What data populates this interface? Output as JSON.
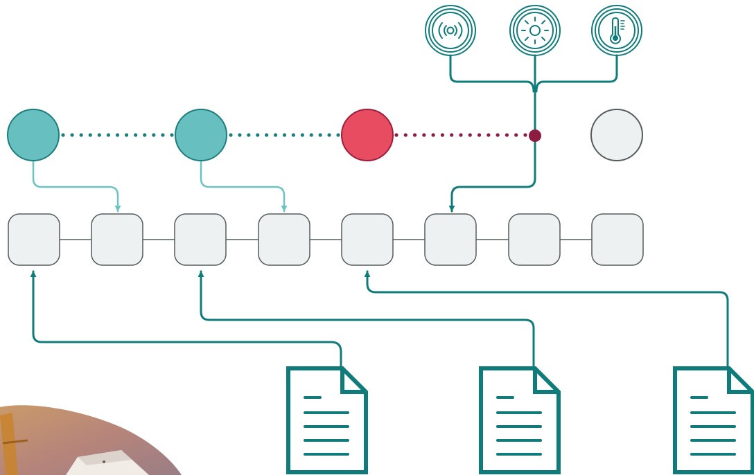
{
  "colors": {
    "teal_dark": "#0f7b7b",
    "teal_light": "#6bc3c2",
    "teal_node_fill": "#67bfbf",
    "teal_node_stroke": "#1c7e7a",
    "red_node_fill": "#e84c61",
    "red_node_stroke": "#9e1d3c",
    "crimson_line": "#8c1c40",
    "gray_fill": "#edf1f1",
    "gray_stroke": "#555c5c",
    "chain_link": "#7d8585"
  },
  "top_nodes": [
    {
      "id": "node-1",
      "state": "teal"
    },
    {
      "id": "node-2",
      "state": "teal"
    },
    {
      "id": "node-3",
      "state": "red"
    },
    {
      "id": "node-4",
      "state": "gray"
    }
  ],
  "sensors": [
    {
      "id": "broadcast",
      "icon": "broadcast-signal-icon"
    },
    {
      "id": "sun",
      "icon": "sun-icon"
    },
    {
      "id": "temperature",
      "icon": "thermometer-icon"
    }
  ],
  "chain_blocks": [
    {
      "id": "block-1"
    },
    {
      "id": "block-2"
    },
    {
      "id": "block-3"
    },
    {
      "id": "block-4"
    },
    {
      "id": "block-5"
    },
    {
      "id": "block-6"
    },
    {
      "id": "block-7"
    },
    {
      "id": "block-8"
    }
  ],
  "documents": [
    {
      "id": "document-1",
      "icon": "document-icon"
    },
    {
      "id": "document-2",
      "icon": "document-icon"
    },
    {
      "id": "document-3",
      "icon": "document-icon"
    }
  ]
}
